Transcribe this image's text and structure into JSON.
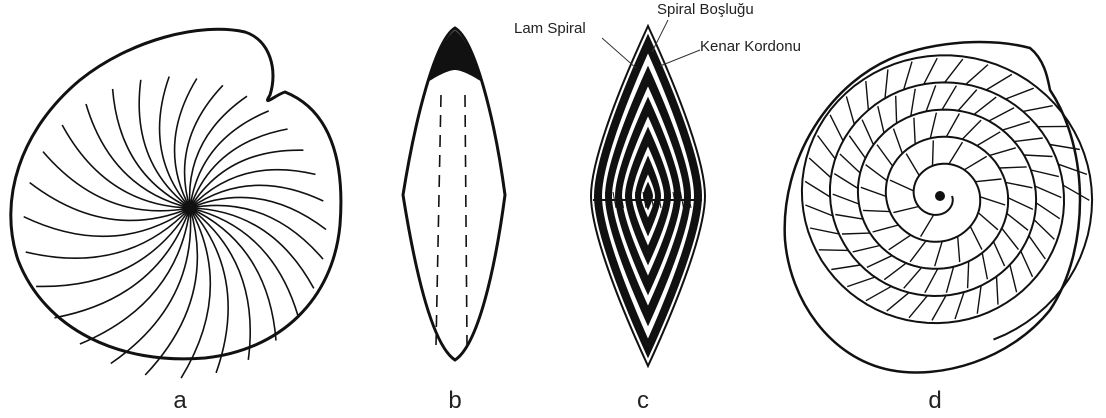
{
  "panels": [
    {
      "id": "a",
      "label": "a",
      "subject": "shell-exterior-side-view"
    },
    {
      "id": "b",
      "label": "b",
      "subject": "shell-edge-view"
    },
    {
      "id": "c",
      "label": "c",
      "subject": "shell-axial-section"
    },
    {
      "id": "d",
      "label": "d",
      "subject": "shell-equatorial-section"
    }
  ],
  "annotations": {
    "lam_spiral": "Lam Spiral",
    "spiral_boslugu": "Spiral Boşluğu",
    "kenar_kordonu": "Kenar Kordonu"
  },
  "colors": {
    "ink": "#111111",
    "background": "#ffffff",
    "text": "#222222"
  }
}
